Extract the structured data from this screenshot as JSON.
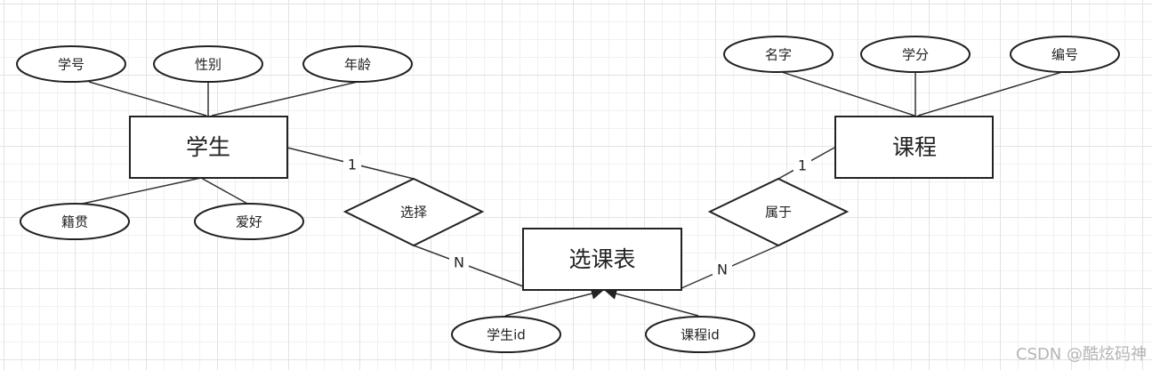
{
  "entities": {
    "student": "学生",
    "course": "课程",
    "enrollment": "选课表"
  },
  "relationships": {
    "choose": "选择",
    "belongs_to": "属于"
  },
  "attributes": {
    "student_no": "学号",
    "gender": "性别",
    "age": "年龄",
    "hometown": "籍贯",
    "hobby": "爱好",
    "course_name": "名字",
    "credit": "学分",
    "course_no": "编号",
    "student_id": "学生id",
    "course_id": "课程id"
  },
  "cardinalities": {
    "student_choose": "1",
    "choose_enrollment": "N",
    "course_belongs": "1",
    "belongs_enrollment": "N"
  },
  "watermark": "CSDN @酷炫码神"
}
